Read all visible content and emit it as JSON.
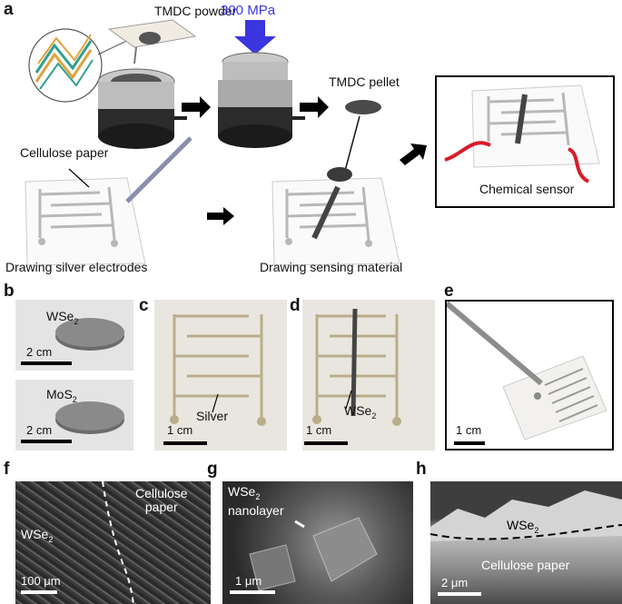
{
  "panels": {
    "a": {
      "label": "a",
      "powder": "TMDC powder",
      "pressure": "300 MPa",
      "pellet": "TMDC pellet",
      "paper": "Cellulose paper",
      "draw_silver": "Drawing silver electrodes",
      "draw_sensing": "Drawing sensing material",
      "sensor": "Chemical sensor"
    },
    "b": {
      "label": "b",
      "top_material": "WSe",
      "top_sub": "2",
      "top_scale": "2 cm",
      "bottom_material": "MoS",
      "bottom_sub": "2",
      "bottom_scale": "2 cm"
    },
    "c": {
      "label": "c",
      "annotation": "Silver",
      "scale": "1 cm"
    },
    "d": {
      "label": "d",
      "annotation": "WSe",
      "annotation_sub": "2",
      "scale": "1 cm"
    },
    "e": {
      "label": "e",
      "scale": "1 cm"
    },
    "f": {
      "label": "f",
      "region1": "Cellulose",
      "region1b": "paper",
      "region2": "WSe",
      "region2_sub": "2",
      "scale": "100 μm"
    },
    "g": {
      "label": "g",
      "region": "WSe",
      "region_sub": "2",
      "region2": "nanolayer",
      "scale": "1 μm"
    },
    "h": {
      "label": "h",
      "top": "WSe",
      "top_sub": "2",
      "bottom": "Cellulose paper",
      "scale": "2 μm"
    }
  },
  "colors": {
    "pressure_arrow": "#3a36e0",
    "wire": "#d81c2a",
    "silver": "#b8b8b8",
    "pellet": "#4a4a4a"
  }
}
